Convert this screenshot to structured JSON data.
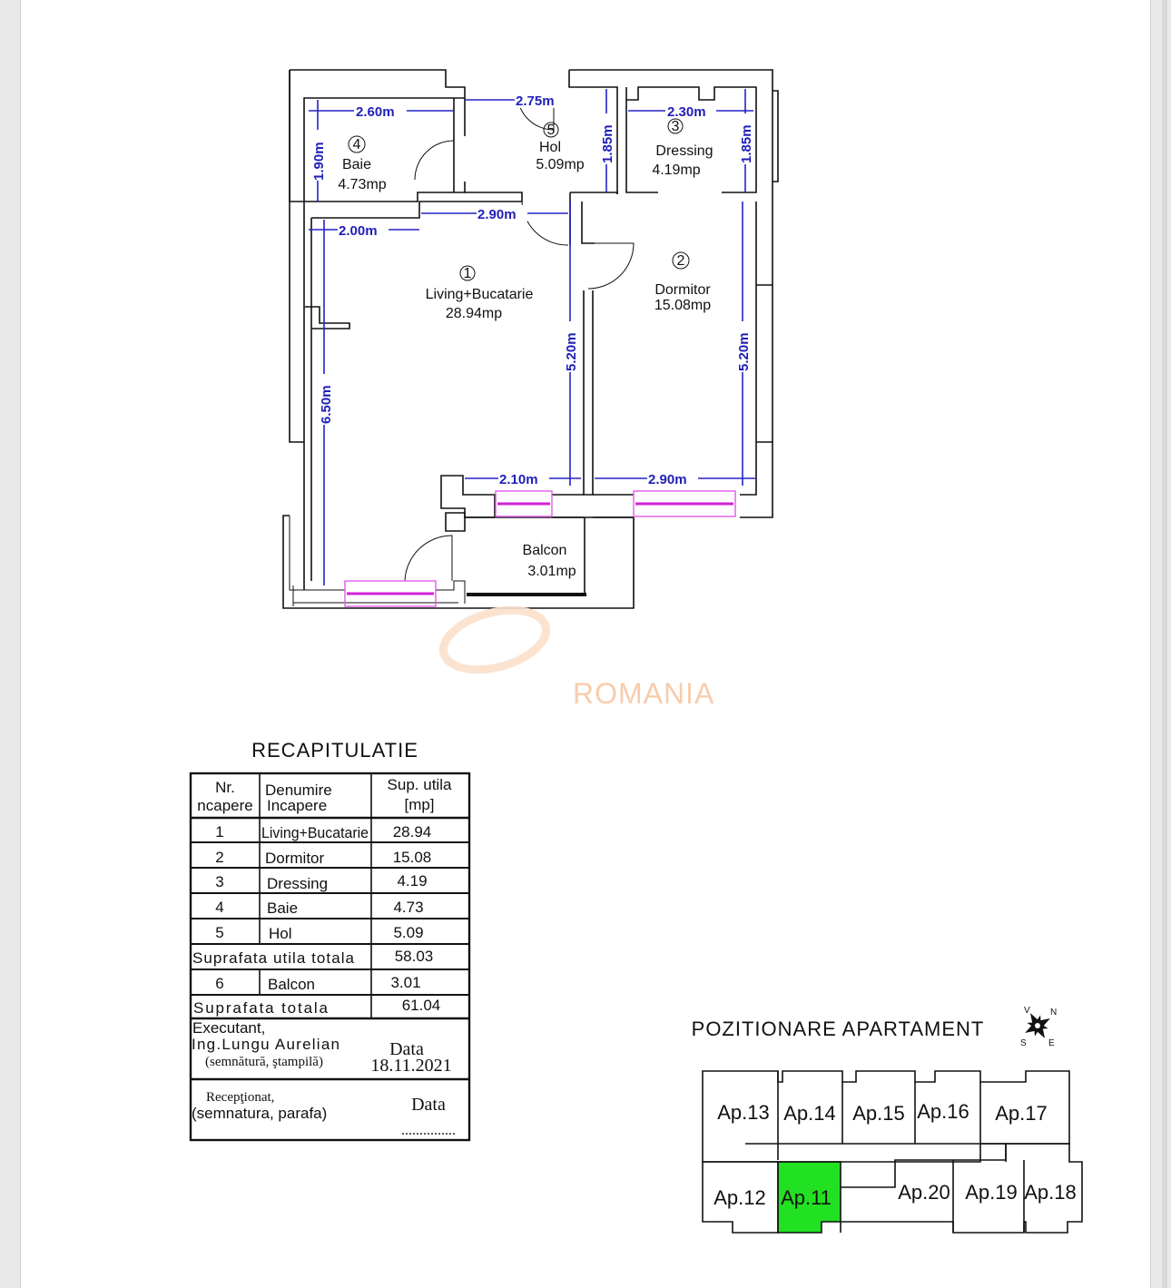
{
  "colors": {
    "dimension": "#1f1fb8",
    "window": "#e25be8",
    "highlight": "#22e022",
    "watermark": "#f8c7a3"
  },
  "plan": {
    "rooms": [
      {
        "number": "1",
        "name": "Living+Bucatarie",
        "area": "28.94mp"
      },
      {
        "number": "2",
        "name": "Dormitor",
        "area": "15.08mp"
      },
      {
        "number": "3",
        "name": "Dressing",
        "area": "4.19mp"
      },
      {
        "number": "4",
        "name": "Baie",
        "area": "4.73mp"
      },
      {
        "number": "5",
        "name": "Hol",
        "area": "5.09mp"
      }
    ],
    "balcony": {
      "name": "Balcon",
      "area": "3.01mp"
    },
    "dimensions": {
      "baie_w": "2.60m",
      "hol_w": "2.75m",
      "dressing_w": "2.30m",
      "baie_h": "1.90m",
      "hol_h": "1.85m",
      "dressing_h": "1.85m",
      "living_top_a": "2.00m",
      "living_top_b": "2.90m",
      "living_h": "6.50m",
      "living_right_h": "5.20m",
      "dormitor_h": "5.20m",
      "living_bottom": "2.10m",
      "dormitor_w": "2.90m"
    }
  },
  "watermark": {
    "text": "ROMANIA"
  },
  "recap": {
    "title": "RECAPITULATIE",
    "headers": {
      "nr_1": "Nr.",
      "nr_2": "ncapere",
      "name_1": "Denumire",
      "name_2": "Incapere",
      "sup_1": "Sup. utila",
      "sup_2": "[mp]"
    },
    "rows": [
      {
        "nr": "1",
        "name": "Living+Bucatarie",
        "value": "28.94"
      },
      {
        "nr": "2",
        "name": "Dormitor",
        "value": "15.08"
      },
      {
        "nr": "3",
        "name": "Dressing",
        "value": "4.19"
      },
      {
        "nr": "4",
        "name": "Baie",
        "value": "4.73"
      },
      {
        "nr": "5",
        "name": "Hol",
        "value": "5.09"
      }
    ],
    "subtotal": {
      "label": "Suprafata utila totala",
      "value": "58.03"
    },
    "balcony_row": {
      "nr": "6",
      "name": "Balcon",
      "value": "3.01"
    },
    "total": {
      "label": "Suprafata totala",
      "value": "61.04"
    },
    "executant": {
      "line1": "Executant,",
      "line2": "Ing.Lungu Aurelian",
      "line3": "(semnătură, ştampilă)",
      "date_label": "Data",
      "date_value": "18.11.2021"
    },
    "receptionat": {
      "line1": "Recepţionat,",
      "line2": "(semnatura, parafa)",
      "date_label": "Data",
      "dots": "..............."
    }
  },
  "positioning": {
    "title": "POZITIONARE APARTAMENT",
    "compass_letters": {
      "n": "N",
      "s": "S",
      "e": "E",
      "v": "V"
    },
    "apartments_top": [
      "Ap.13",
      "Ap.14",
      "Ap.15",
      "Ap.16",
      "Ap.17"
    ],
    "apartments_bottom": [
      "Ap.12",
      "Ap.11",
      "Ap.20",
      "Ap.19",
      "Ap.18"
    ],
    "highlighted": "Ap.11"
  }
}
